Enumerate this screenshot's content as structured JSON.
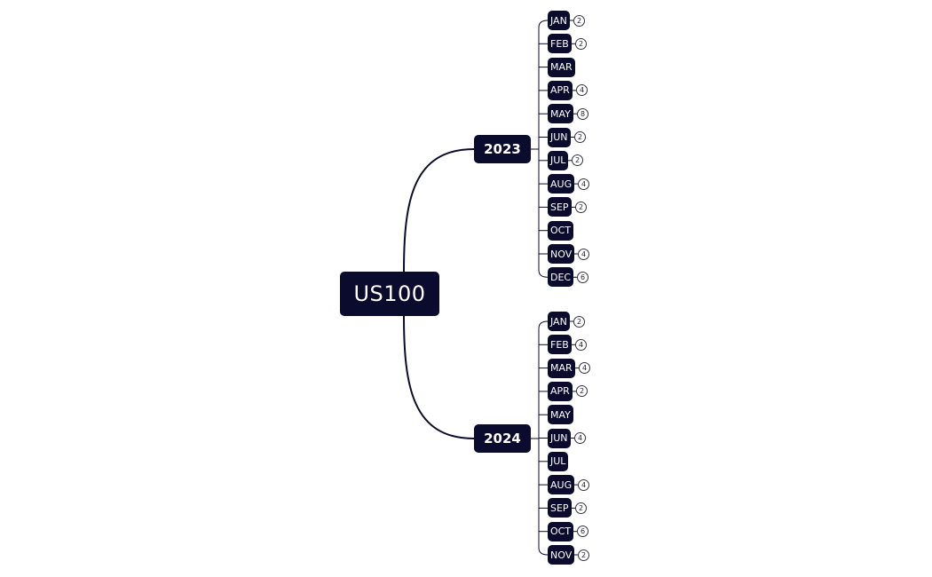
{
  "root": {
    "label": "US100"
  },
  "branches": [
    {
      "year": "2023",
      "months": [
        {
          "label": "JAN",
          "badge": "2"
        },
        {
          "label": "FEB",
          "badge": "2"
        },
        {
          "label": "MAR",
          "badge": null
        },
        {
          "label": "APR",
          "badge": "4"
        },
        {
          "label": "MAY",
          "badge": "8"
        },
        {
          "label": "JUN",
          "badge": "2"
        },
        {
          "label": "JUL",
          "badge": "2"
        },
        {
          "label": "AUG",
          "badge": "4"
        },
        {
          "label": "SEP",
          "badge": "2"
        },
        {
          "label": "OCT",
          "badge": null
        },
        {
          "label": "NOV",
          "badge": "4"
        },
        {
          "label": "DEC",
          "badge": "6"
        }
      ]
    },
    {
      "year": "2024",
      "months": [
        {
          "label": "JAN",
          "badge": "2"
        },
        {
          "label": "FEB",
          "badge": "4"
        },
        {
          "label": "MAR",
          "badge": "4"
        },
        {
          "label": "APR",
          "badge": "2"
        },
        {
          "label": "MAY",
          "badge": null
        },
        {
          "label": "JUN",
          "badge": "4"
        },
        {
          "label": "JUL",
          "badge": null
        },
        {
          "label": "AUG",
          "badge": "4"
        },
        {
          "label": "SEP",
          "badge": "2"
        },
        {
          "label": "OCT",
          "badge": "6"
        },
        {
          "label": "NOV",
          "badge": "2"
        }
      ]
    }
  ]
}
